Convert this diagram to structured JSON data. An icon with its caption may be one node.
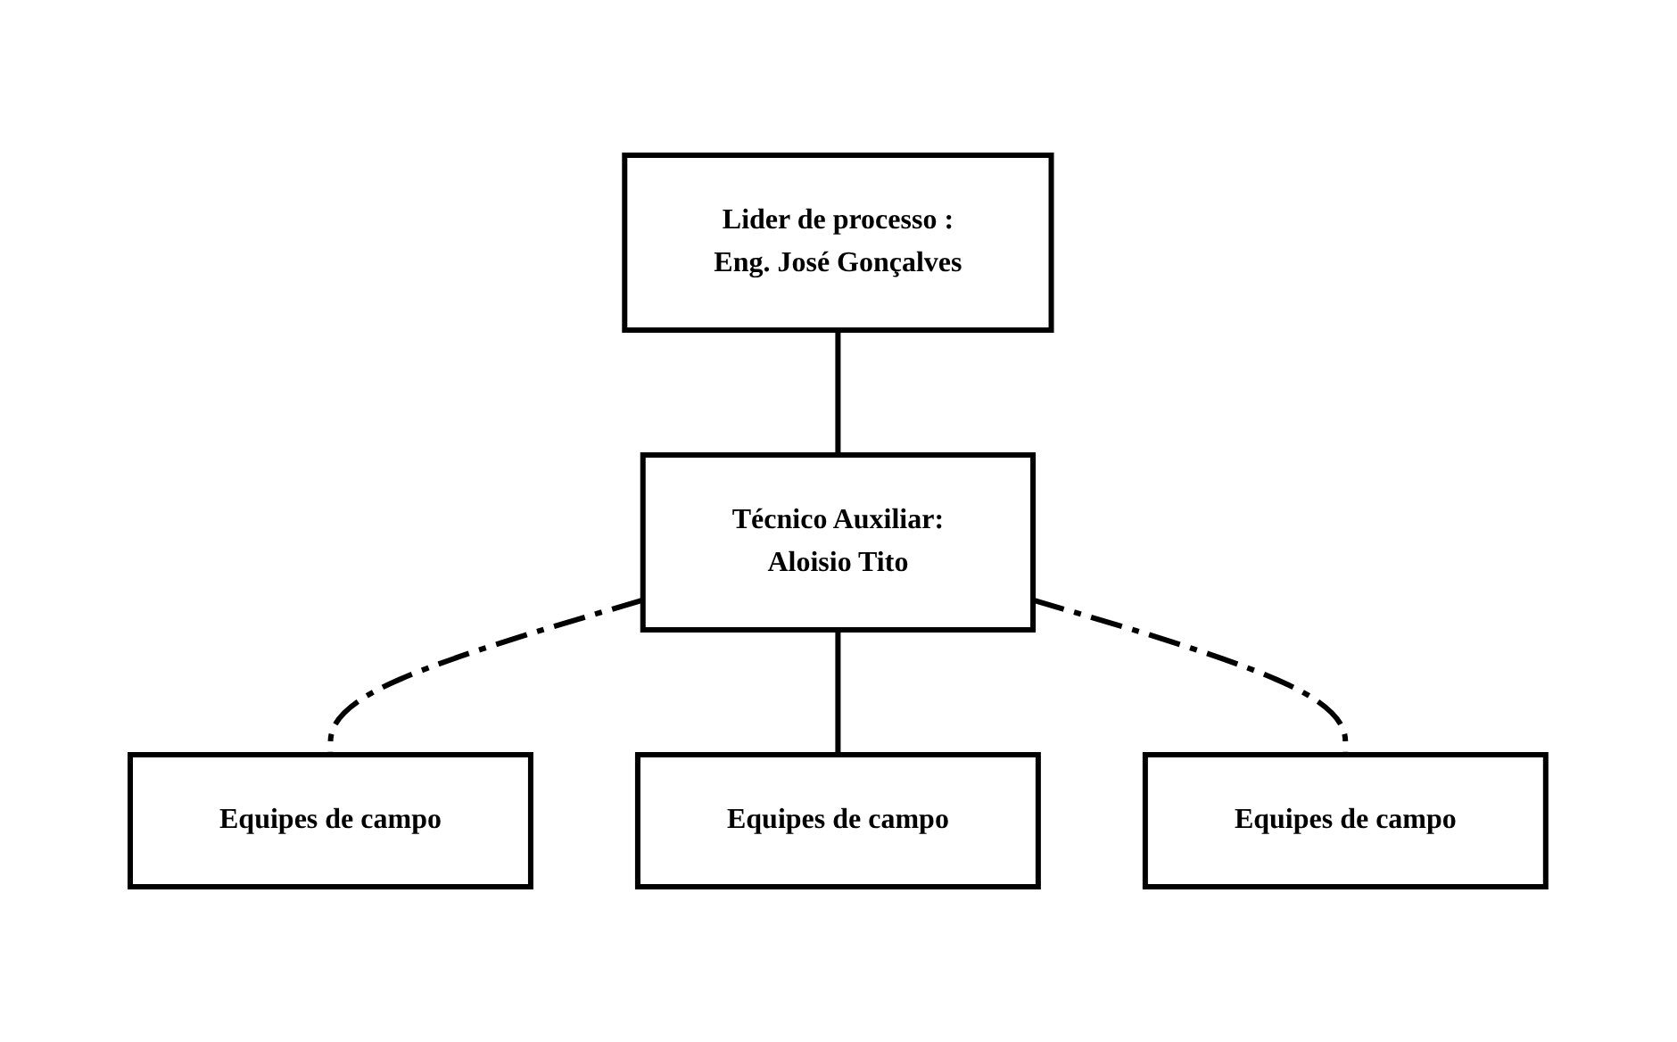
{
  "diagram": {
    "nodes": [
      {
        "text": [
          "Lider de processo :",
          "Eng. José Gonçalves"
        ]
      },
      {
        "text": [
          "Técnico Auxiliar:",
          "Aloisio Tito"
        ]
      },
      {
        "text": [
          "Equipes de campo"
        ]
      },
      {
        "text": [
          "Equipes de campo"
        ]
      },
      {
        "text": [
          "Equipes de campo"
        ]
      }
    ],
    "edges": [
      {
        "from": 0,
        "to": 1,
        "arrow": "none"
      },
      {
        "from": 1,
        "to": 2,
        "arrow": "none",
        "style": "dashed"
      },
      {
        "from": 1,
        "to": 3,
        "arrow": "none"
      },
      {
        "from": 1,
        "to": 4,
        "arrow": "none",
        "style": "dashed"
      }
    ]
  }
}
